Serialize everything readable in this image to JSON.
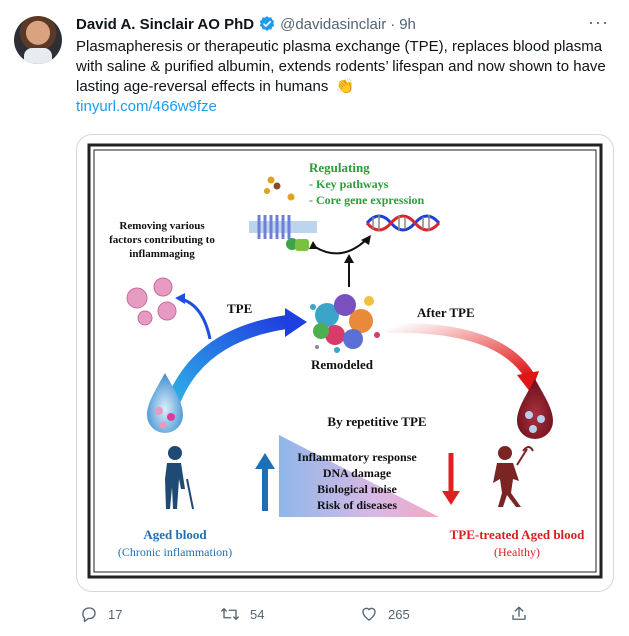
{
  "tweet": {
    "author_name": "David A. Sinclair AO PhD",
    "handle": "@davidasinclair",
    "separator": "·",
    "timestamp": "9h",
    "more": "···",
    "text": "Plasmapheresis or therapeutic plasma exchange (TPE), replaces blood plasma with saline & purified albumin, extends rodents’ lifespan and now shown to have lasting age-reversal effects in humans",
    "emoji": "👏",
    "link": "tinyurl.com/466w9fze"
  },
  "figure": {
    "regulating_title": "Regulating",
    "regulating_items": [
      "- Key pathways",
      "- Core gene expression"
    ],
    "removing_text": [
      "Removing various",
      "factors contributing to",
      "inflammaging"
    ],
    "tpe_label": "TPE",
    "after_tpe_label": "After TPE",
    "remodeled_label": "Remodeled",
    "repetitive_label": "By repetitive TPE",
    "effects": [
      "Inflammatory response",
      "DNA damage",
      "Biological noise",
      "Risk of diseases"
    ],
    "aged_title": "Aged blood",
    "aged_sub": "(Chronic inflammation)",
    "treated_title": "TPE-treated Aged blood",
    "treated_sub": "(Healthy)",
    "colors": {
      "green": "#2a9d3a",
      "blue_arrow": "#1f4ee0",
      "red_arrow": "#e02020",
      "aged_blue": "#1f6fb5",
      "treated_red": "#d61f1f"
    }
  },
  "actions": {
    "reply_count": "17",
    "retweet_count": "54",
    "like_count": "265"
  }
}
